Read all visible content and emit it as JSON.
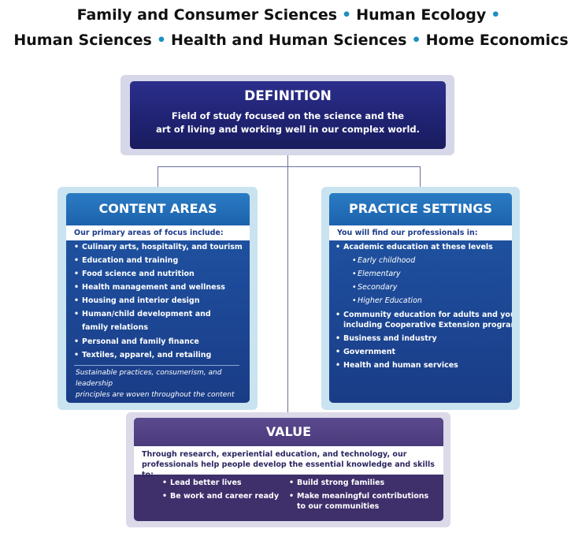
{
  "header": {
    "line1": [
      "Family and Consumer Sciences",
      "Human Ecology"
    ],
    "line2": [
      "Human Sciences",
      "Health and Human Sciences",
      "Home Economics"
    ]
  },
  "definition": {
    "title": "DEFINITION",
    "text_line1": "Field of study focused on the science and the",
    "text_line2": "art of living and working well in our complex world."
  },
  "content_areas": {
    "title": "CONTENT AREAS",
    "intro": "Our primary areas of focus include:",
    "items": [
      "Culinary arts, hospitality, and tourism",
      "Education and training",
      "Food science and nutrition",
      "Health management and wellness",
      "Housing and interior design",
      "Human/child development and",
      "family relations",
      "Personal and family finance",
      "Textiles, apparel, and retailing"
    ],
    "note_line1": "Sustainable practices, consumerism, and leadership",
    "note_line2": "principles are woven throughout the content areas"
  },
  "practice_settings": {
    "title": "PRACTICE SETTINGS",
    "intro": "You will find our professionals in:",
    "items": [
      "Academic education at these levels",
      "Community education for adults and youth,",
      "including Cooperative Extension programs",
      "Business and industry",
      "Government",
      "Health and human services"
    ],
    "sub_items": [
      "Early childhood",
      "Elementary",
      "Secondary",
      "Higher Education"
    ]
  },
  "value": {
    "title": "VALUE",
    "intro_line1": "Through research, experiential education, and technology, our",
    "intro_line2": "professionals help people develop the essential knowledge and skills to:",
    "left_items": [
      "Lead better lives",
      "Be work and career ready"
    ],
    "right_items": [
      "Build strong families",
      "Make meaningful contributions",
      "to our communities"
    ]
  },
  "colors": {
    "dot": "#1b8fc4",
    "definition_bg": "#1f2270",
    "side_bg": "#1d4a98",
    "value_bg": "#3f2f6b"
  }
}
